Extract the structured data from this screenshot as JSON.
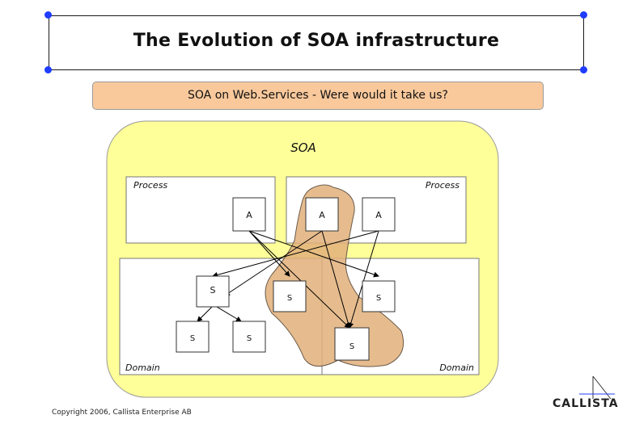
{
  "title": "The Evolution of SOA infrastructure",
  "subtitle": "SOA on Web.Services - Were would it take us?",
  "soa_label": "SOA",
  "process_left_label": "Process",
  "process_right_label": "Process",
  "domain_left_label": "Domain",
  "domain_right_label": "Domain",
  "nodes": {
    "a1": "A",
    "a2": "A",
    "a3": "A",
    "s1": "S",
    "s2": "S",
    "s3": "S",
    "s4": "S",
    "s5": "S",
    "s6": "S"
  },
  "copyright": "Copyright 2006, Callista Enterprise AB",
  "logo": "CALLISTA",
  "colors": {
    "soa_fill": "#ffff99",
    "subtitle_fill": "#f9c99c",
    "highlight_fill": "#e6b37a",
    "handle": "#1f3cff"
  }
}
